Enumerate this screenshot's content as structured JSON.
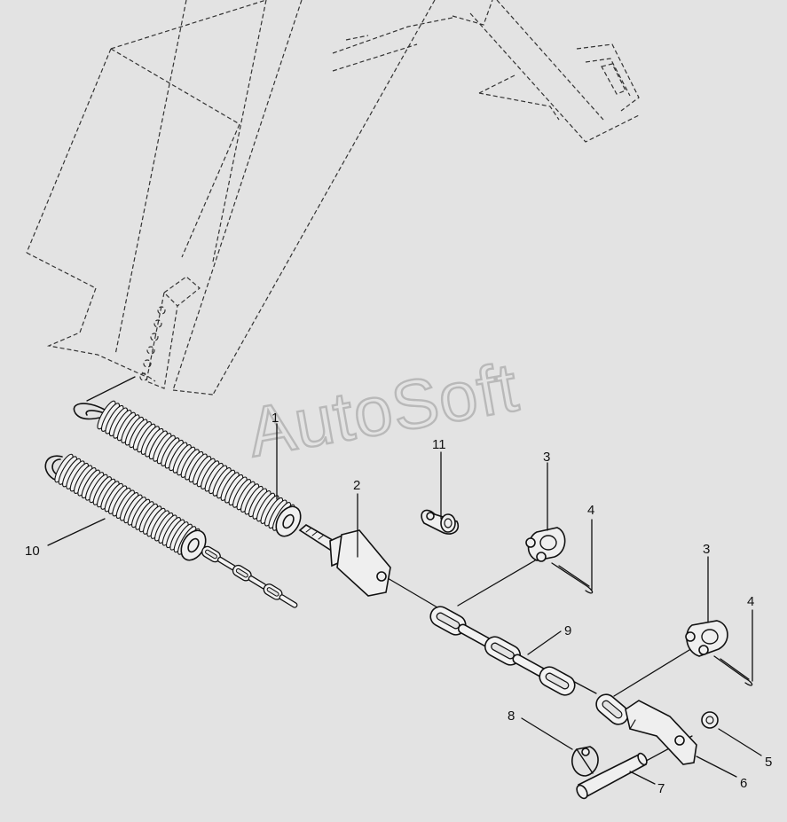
{
  "watermark": "AutoSoft",
  "colors": {
    "background": "#e3e3e3",
    "ink": "#111111",
    "watermark": "#b9b9b9"
  },
  "callouts": [
    {
      "id": "c1",
      "label": "1"
    },
    {
      "id": "c2",
      "label": "2"
    },
    {
      "id": "c3a",
      "label": "3"
    },
    {
      "id": "c3b",
      "label": "3"
    },
    {
      "id": "c4a",
      "label": "4"
    },
    {
      "id": "c4b",
      "label": "4"
    },
    {
      "id": "c5",
      "label": "5"
    },
    {
      "id": "c6",
      "label": "6"
    },
    {
      "id": "c7",
      "label": "7"
    },
    {
      "id": "c8",
      "label": "8"
    },
    {
      "id": "c9",
      "label": "9"
    },
    {
      "id": "c10",
      "label": "10"
    },
    {
      "id": "c11",
      "label": "11"
    }
  ]
}
